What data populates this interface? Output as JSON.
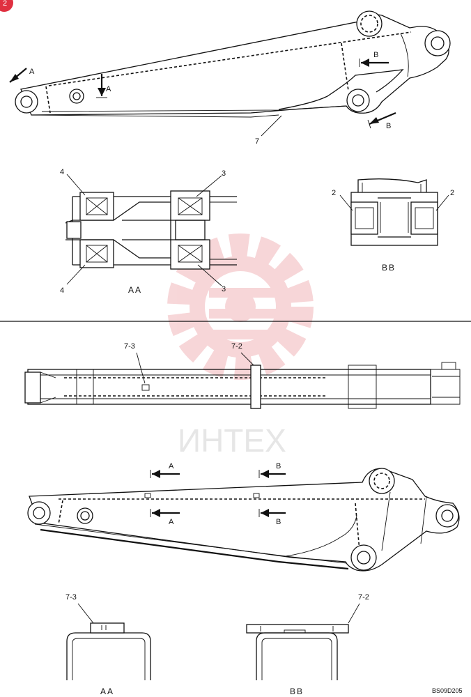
{
  "badge": "2",
  "watermark": {
    "text": "ИНТЕХ",
    "color": "#f3c5c8"
  },
  "top_view": {
    "arrow_a_left": "A",
    "arrow_a_mid": "A",
    "arrow_b_top": "B",
    "arrow_b_bottom": "B",
    "part_7": "7"
  },
  "section_aa_top": {
    "callout_4_top": "4",
    "callout_4_bottom": "4",
    "callout_3_top": "3",
    "callout_3_bottom": "3",
    "caption": "AA"
  },
  "section_bb_top": {
    "callout_2_left": "2",
    "callout_2_right": "2",
    "caption": "BB"
  },
  "plan_view": {
    "callout_7_3": "7-3",
    "callout_7_2": "7-2"
  },
  "bottom_view": {
    "arrow_a_top": "A",
    "arrow_a_bottom": "A",
    "arrow_b_top": "B",
    "arrow_b_bottom": "B"
  },
  "section_aa_bottom": {
    "callout": "7-3",
    "caption": "AA"
  },
  "section_bb_bottom": {
    "callout": "7-2",
    "caption": "BB"
  },
  "drawing_code": "BS09D205"
}
